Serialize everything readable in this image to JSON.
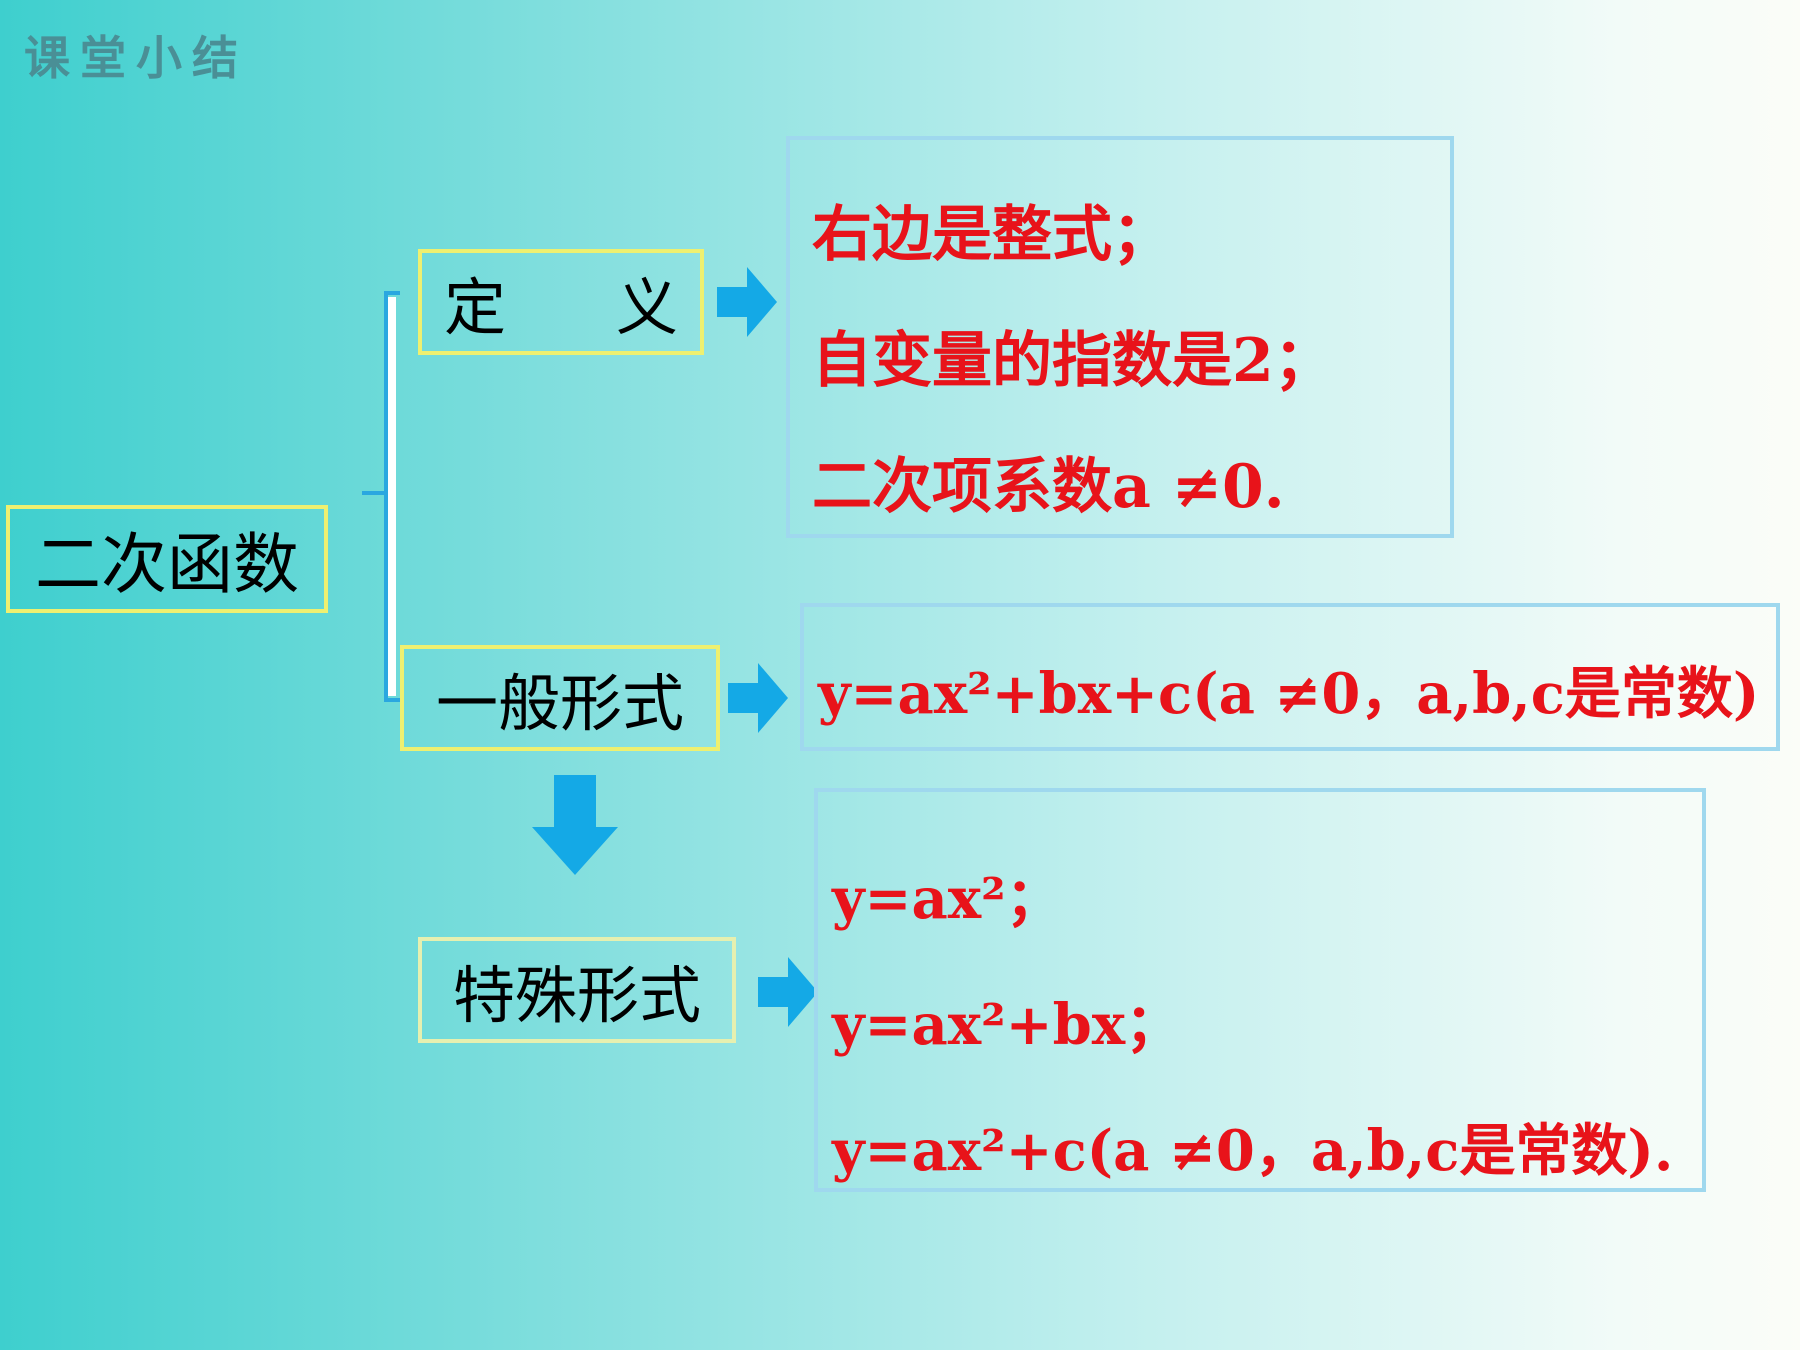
{
  "header": {
    "title": "课堂小结"
  },
  "root": {
    "label": "二次函数"
  },
  "definition": {
    "label": "定义",
    "label_left": "定",
    "label_right": "义",
    "lines": [
      "右边是整式；",
      "自变量的指数是2；",
      "二次项系数a ≠0."
    ]
  },
  "general_form": {
    "label": "一般形式",
    "formula": "y=ax²+bx+c(a ≠0，a,b,c是常数)"
  },
  "special_form": {
    "label": "特殊形式",
    "lines": [
      "y=ax²；",
      "y=ax²+bx；",
      "y=ax²+c(a ≠0，a,b,c是常数)."
    ]
  },
  "colors": {
    "text_red": "#e8131a",
    "node_border": "#eef070",
    "content_border": "#9fd8ee",
    "arrow_blue": "#14a9e6"
  }
}
